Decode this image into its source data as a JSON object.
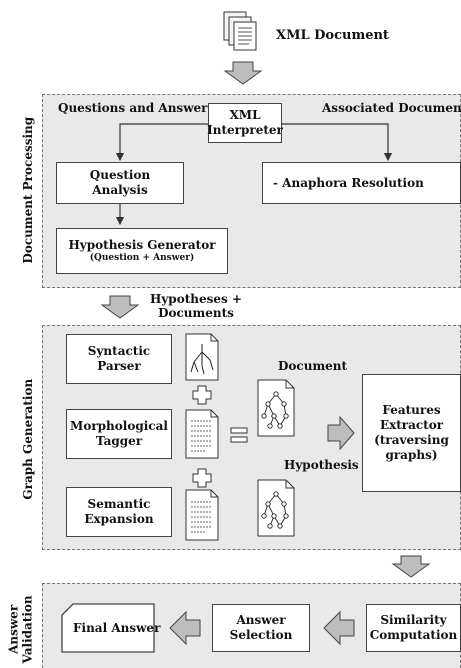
{
  "top": {
    "xml_document": "XML Document",
    "hypotheses_documents": "Hypotheses +\nDocuments"
  },
  "panel1": {
    "side_label": "Document Processing",
    "questions_answers": "Questions and Answers",
    "associated_document": "Associated Document",
    "xml_interpreter": "XML\nInterpreter",
    "question_analysis": "Question\nAnalysis",
    "anaphora_resolution": "- Anaphora Resolution",
    "hypothesis_generator": "Hypothesis Generator",
    "hypothesis_generator_sub": "(Question + Answer)"
  },
  "panel2": {
    "side_label": "Graph Generation",
    "syntactic_parser": "Syntactic\nParser",
    "morphological_tagger": "Morphological\nTagger",
    "semantic_expansion": "Semantic\nExpansion",
    "document_label": "Document",
    "hypothesis_label": "Hypothesis",
    "features_extractor": "Features\nExtractor\n(traversing\ngraphs)"
  },
  "panel3": {
    "side_label": "Answer\nValidation",
    "final_answer": "Final Answer",
    "answer_selection": "Answer\nSelection",
    "similarity_computation": "Similarity\nComputation"
  },
  "icons": [
    "document-stack-icon",
    "down-arrow-icon",
    "tree-doc-icon",
    "lines-doc-icon",
    "graph-doc-icon",
    "plus-icon",
    "equals-icon",
    "right-arrow-icon",
    "left-arrow-icon",
    "answer-card-icon"
  ],
  "colors": {
    "panel_fill": "#e9e9e9",
    "arrow_fill": "#bdbdbd",
    "border": "#444444"
  }
}
